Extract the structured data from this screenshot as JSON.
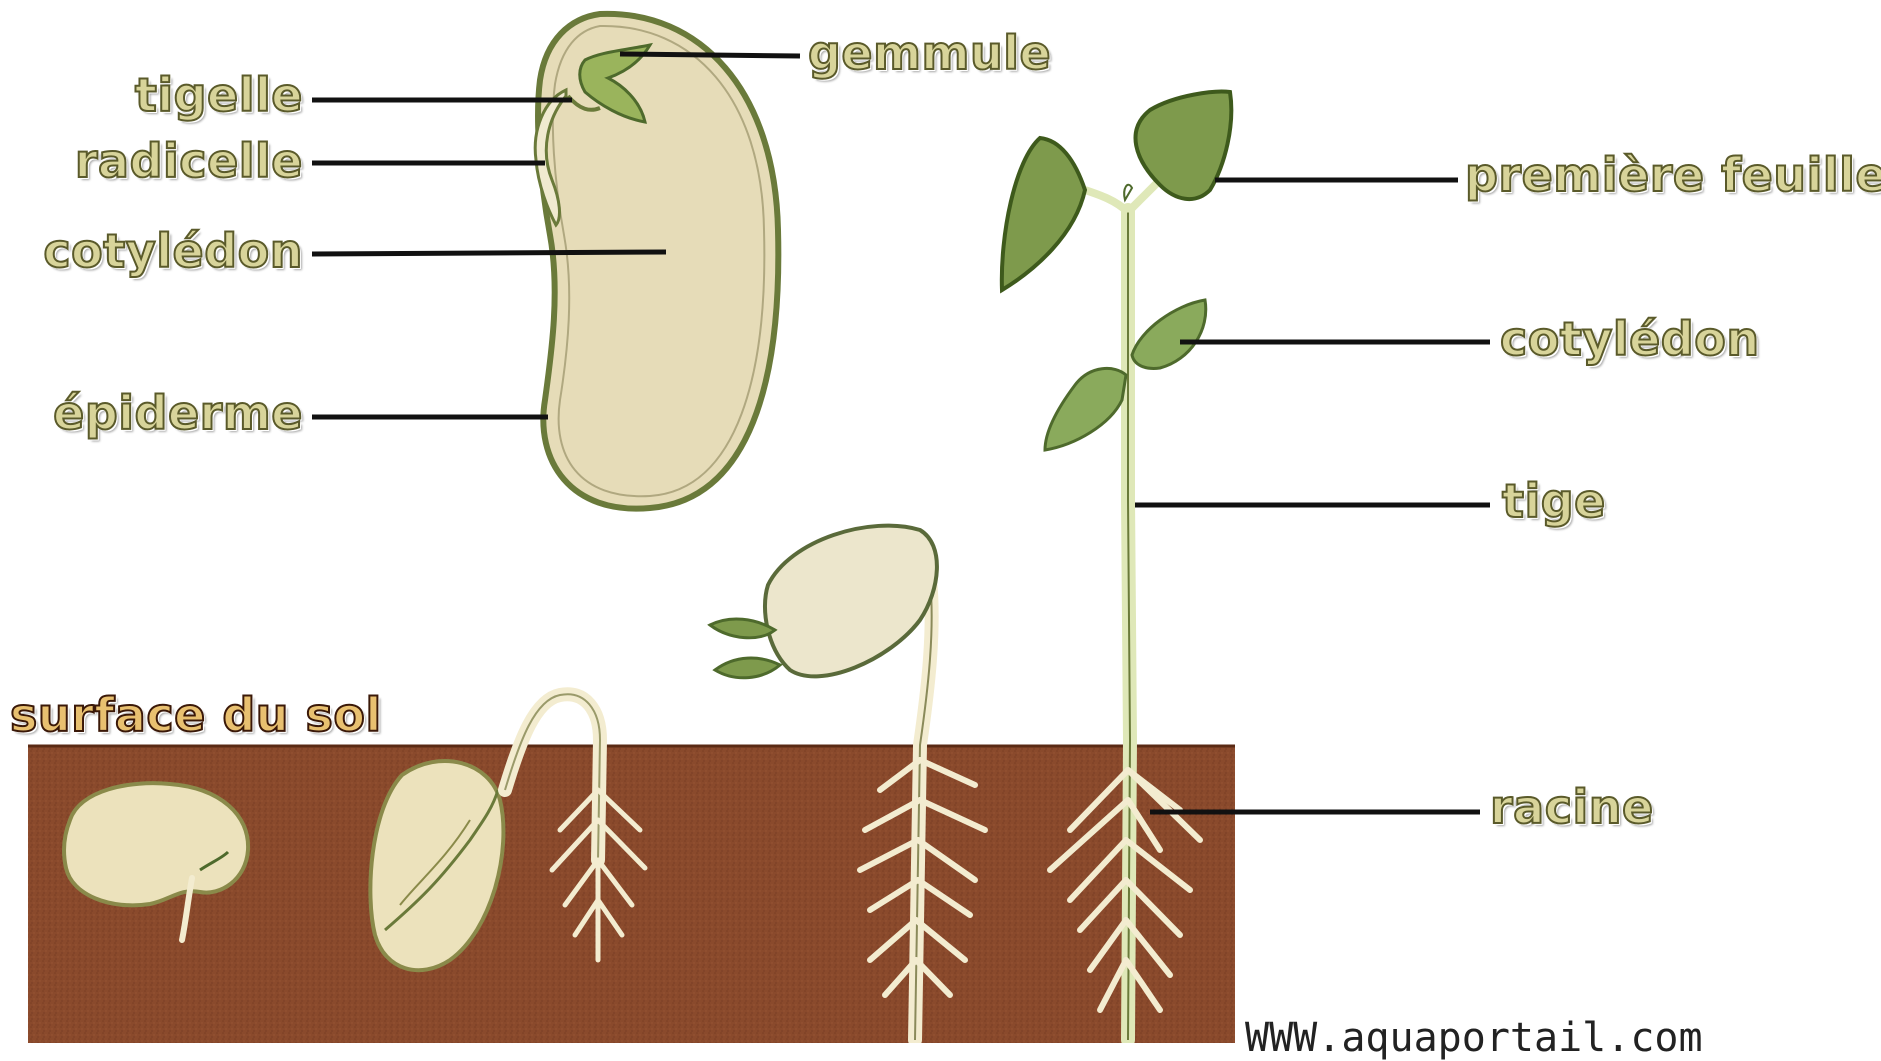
{
  "labels": {
    "gemmule": "gemmule",
    "tigelle": "tigelle",
    "radicelle": "radicelle",
    "cotyledon_seed": "cotylédon",
    "epiderme": "épiderme",
    "premiere_feuille": "première feuille",
    "cotyledon_plant": "cotylédon",
    "tige": "tige",
    "racine": "racine",
    "surface_du_sol": "surface du sol"
  },
  "credit": "WWW.aquaportail.com",
  "colors": {
    "label_fill": "#d8d49a",
    "label_outline": "#5a5a2a",
    "soil_label_fill": "#e8c070",
    "soil": "#8a4a2c",
    "soil_dark": "#6e3620",
    "seed": "#e6dcb8",
    "seed_outline": "#6a7a3a",
    "leaf": "#7e9a4c",
    "leaf_dark": "#4e6a2c",
    "root": "#f3ecd0",
    "leader_line": "#111111"
  }
}
